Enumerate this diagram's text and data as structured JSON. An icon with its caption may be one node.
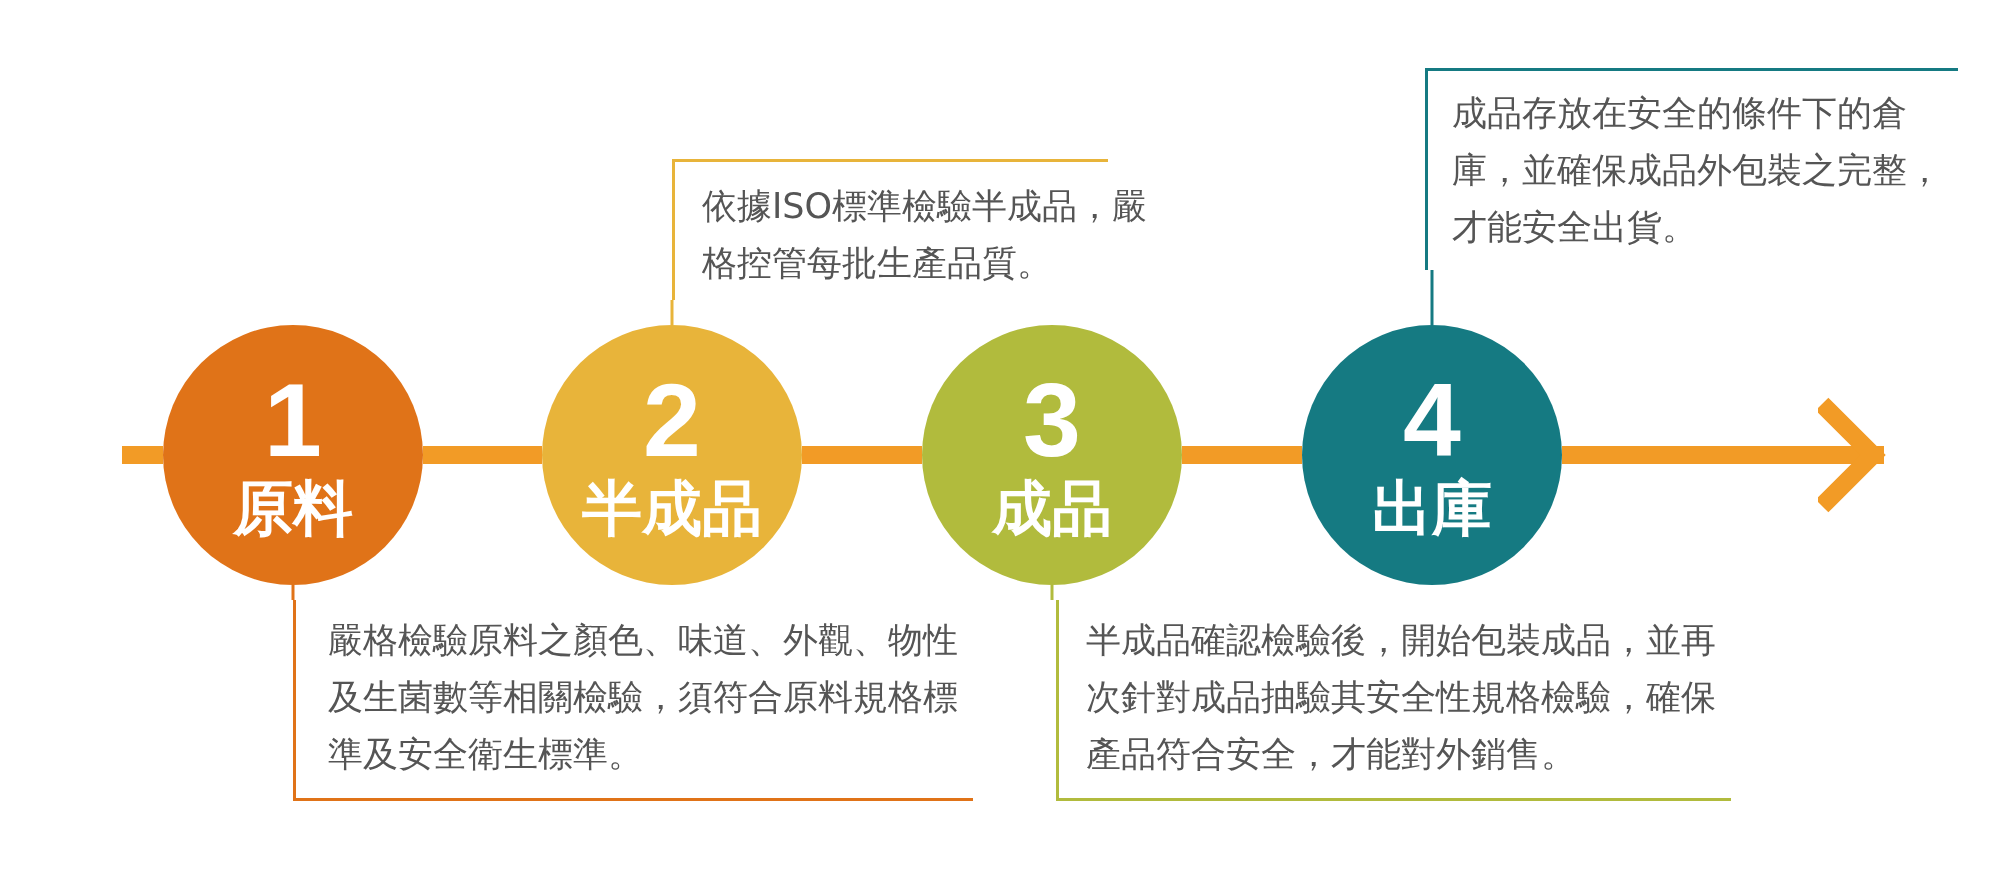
{
  "diagram": {
    "nodes": [
      {
        "text": [
          "1",
          "原料"
        ]
      },
      {
        "text": [
          "2",
          "半成品"
        ]
      },
      {
        "text": [
          "3",
          "成品"
        ]
      },
      {
        "text": [
          "4",
          "出庫"
        ]
      },
      {
        "text": [
          "嚴格檢驗原料之顏色、味道、外觀、物性及生菌數等相關檢驗，須符合原料規格標準及安全衛生標準。"
        ]
      },
      {
        "text": [
          "依據ISO標準檢驗半成品，嚴格控管每批生產品質。"
        ]
      },
      {
        "text": [
          "半成品確認檢驗後，開始包裝成品，並再次針對成品抽驗其安全性規格檢驗，確保產品符合安全，才能對外銷售。"
        ]
      },
      {
        "text": [
          "成品存放在安全的條件下的倉庫，並確保成品外包裝之完整，才能安全出貨。"
        ]
      }
    ],
    "edges": [
      {
        "from": null,
        "to": 0,
        "arrow": "none"
      },
      {
        "from": 0,
        "to": 1,
        "arrow": "none"
      },
      {
        "from": 1,
        "to": 2,
        "arrow": "none"
      },
      {
        "from": 2,
        "to": 3,
        "arrow": "none"
      },
      {
        "from": 3,
        "to": null,
        "arrow": "to"
      },
      {
        "from": 0,
        "to": 4,
        "arrow": "none",
        "color": "#e07318"
      },
      {
        "from": 1,
        "to": 5,
        "arrow": "none",
        "color": "#e8b43a"
      },
      {
        "from": 2,
        "to": 6,
        "arrow": "none",
        "color": "#b1bb3d"
      },
      {
        "from": 3,
        "to": 7,
        "arrow": "none",
        "color": "#157a82"
      }
    ]
  }
}
